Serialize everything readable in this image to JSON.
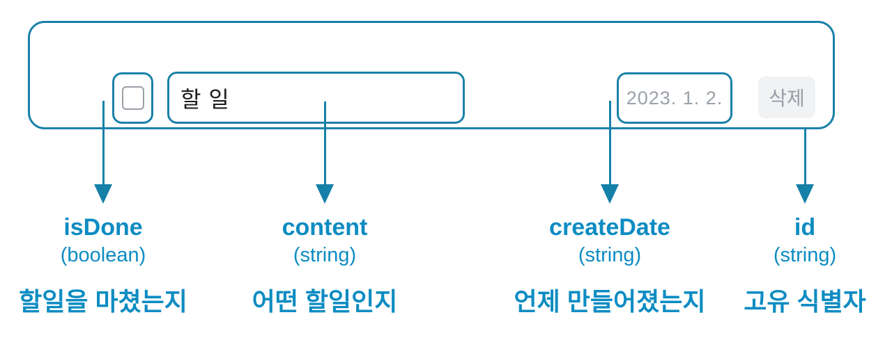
{
  "todo_item": {
    "content": "할 일",
    "create_date": "2023. 1. 2.",
    "delete_label": "삭제"
  },
  "fields": [
    {
      "name": "isDone",
      "type": "(boolean)",
      "description": "할일을 마쳤는지"
    },
    {
      "name": "content",
      "type": "(string)",
      "description": "어떤 할일인지"
    },
    {
      "name": "createDate",
      "type": "(string)",
      "description": "언제 만들어졌는지"
    },
    {
      "name": "id",
      "type": "(string)",
      "description": "고유 식별자"
    }
  ],
  "colors": {
    "accent_border": "#1a81a8",
    "arrow": "#1580a8",
    "label_text": "#0d8cc2",
    "date_text": "#9aa1a9",
    "todo_text": "#1c1c1e",
    "checkbox_border": "#999fa6",
    "delete_bg": "#f1f2f4",
    "delete_text": "#979ea6"
  }
}
